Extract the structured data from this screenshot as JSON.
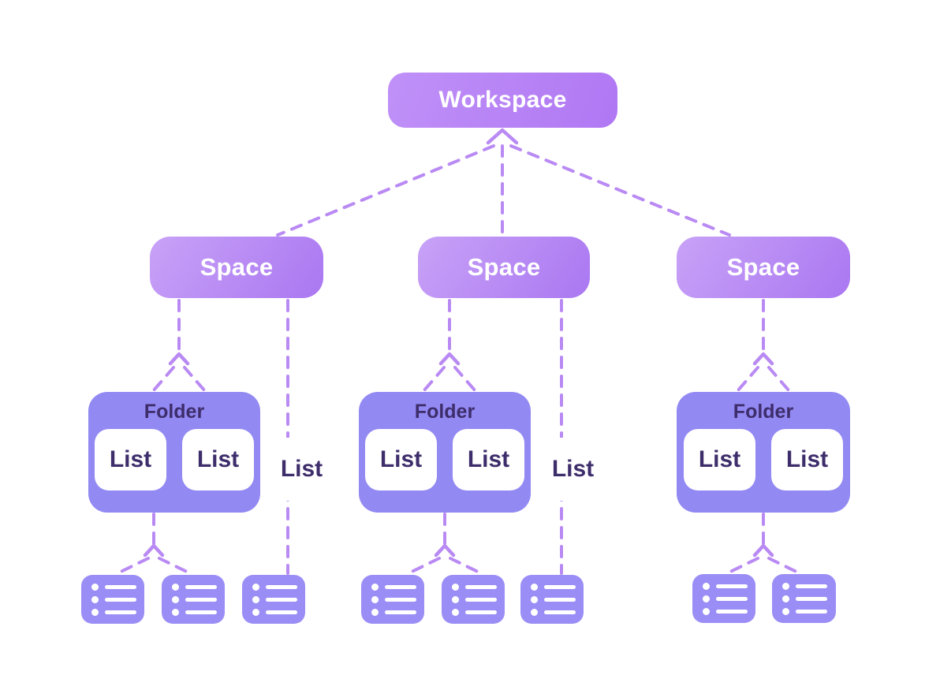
{
  "colors": {
    "workspace_start": "#c091f8",
    "workspace_end": "#b077f3",
    "space_start": "#c8a2f7",
    "space_end": "#aa77f1",
    "folder_fill": "#9289f3",
    "list_fill": "#ffffff",
    "task_fill": "#9a8ef6",
    "connector": "#b98af3",
    "text_dark": "#3e2d6b",
    "text_light": "#ffffff"
  },
  "nodes": {
    "workspace": {
      "label": "Workspace"
    },
    "spaces": [
      {
        "label": "Space"
      },
      {
        "label": "Space"
      },
      {
        "label": "Space"
      }
    ],
    "folders": [
      {
        "label": "Folder"
      },
      {
        "label": "Folder"
      },
      {
        "label": "Folder"
      }
    ],
    "folder_lists": [
      [
        "List",
        "List"
      ],
      [
        "List",
        "List"
      ],
      [
        "List",
        "List"
      ]
    ],
    "standalone_lists": [
      {
        "label": "List"
      },
      {
        "label": "List"
      }
    ],
    "task_groups": [
      {
        "task_count": 3
      },
      {
        "task_count": 3
      },
      {
        "task_count": 2
      }
    ],
    "task_icon": "task-list-icon"
  }
}
